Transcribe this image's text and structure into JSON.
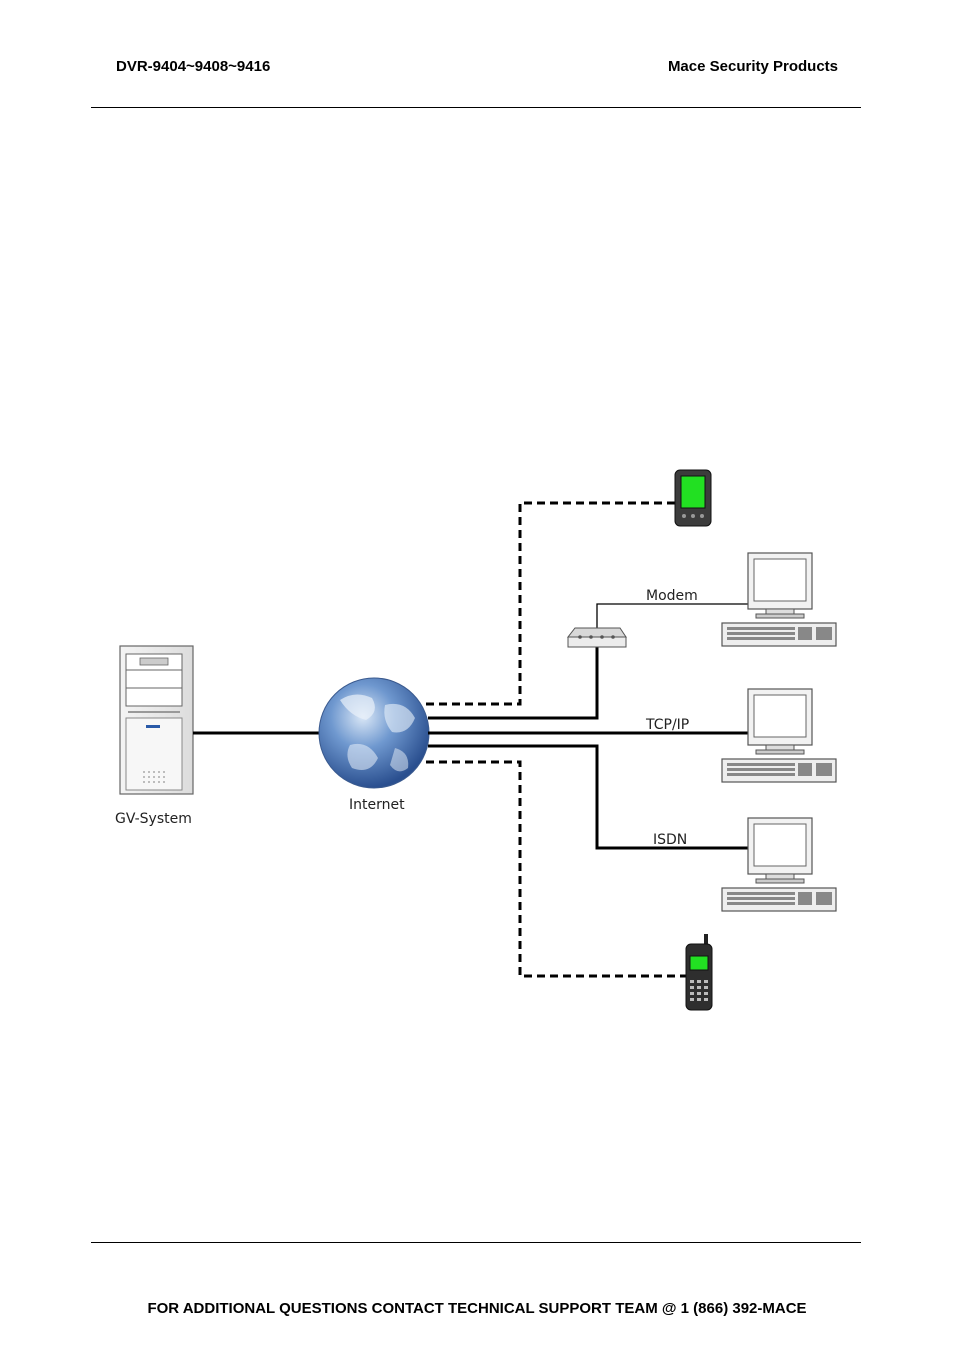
{
  "header": {
    "left": "DVR-9404~9408~9416",
    "right": "Mace Security Products"
  },
  "diagram": {
    "server_label": "GV-System",
    "globe_label": "Internet",
    "links": {
      "modem": "Modem",
      "tcpip": "TCP/IP",
      "isdn": "ISDN"
    }
  },
  "footer": {
    "text": "FOR ADDITIONAL QUESTIONS CONTACT TECHNICAL SUPPORT TEAM @ 1 (866) 392-MACE"
  }
}
